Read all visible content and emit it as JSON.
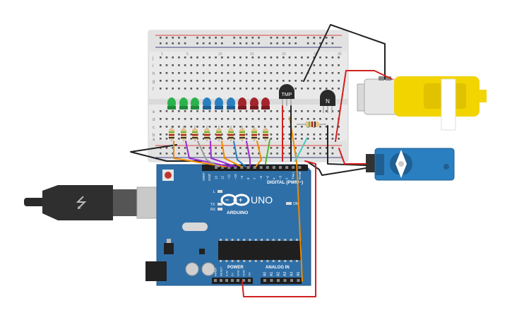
{
  "breadboard": {
    "row_letters": [
      "j",
      "i",
      "h",
      "g",
      "f",
      "e",
      "d",
      "c",
      "b",
      "a"
    ],
    "column_numbers": [
      "1",
      "5",
      "10",
      "15",
      "20",
      "25",
      "30"
    ]
  },
  "components": {
    "tmp_label": "TMP",
    "transistor_label": "N"
  },
  "arduino": {
    "model": "UNO",
    "brand": "ARDUINO",
    "digital_header": "DIGITAL (PWM~)",
    "on_label": "ON",
    "l_label": "L",
    "tx_label": "TX",
    "rx_label": "RX",
    "aref": "AREF",
    "gnd": "GND",
    "power_label": "POWER",
    "analog_label": "ANALOG IN",
    "power_pins": [
      "IOREF",
      "RESET",
      "3.3V",
      "5V",
      "GND",
      "GND",
      "Vin"
    ],
    "analog_pins": [
      "A0",
      "A1",
      "A2",
      "A3",
      "A4",
      "A5"
    ],
    "digital_pins": [
      "13",
      "12",
      "~11",
      "~10",
      "~9",
      "8",
      "7",
      "~6",
      "~5",
      "4",
      "~3",
      "2",
      "TX▸1",
      "RX◂0"
    ]
  },
  "colors": {
    "board_blue": "#2f6fa8",
    "led_green": "#2bb24c",
    "led_blue": "#2a7fc0",
    "led_red": "#a3242a",
    "motor_yellow": "#f2d400",
    "servo_blue": "#2a7fc0",
    "wire_red": "#d22020",
    "wire_black": "#222222",
    "wire_orange": "#f08a00",
    "wire_purple": "#9c2bd0",
    "wire_green": "#52b52c",
    "wire_teal": "#48c8c0"
  }
}
